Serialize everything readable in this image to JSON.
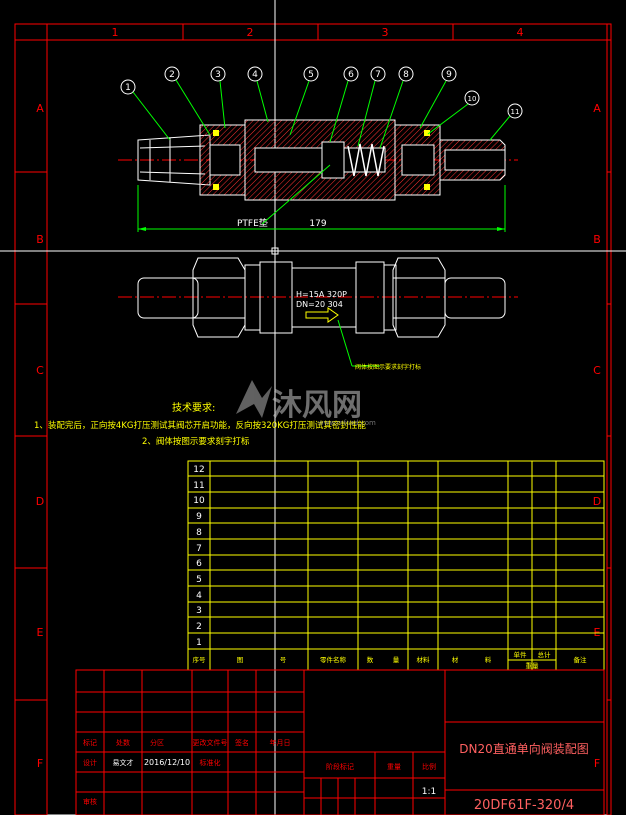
{
  "border": {
    "cols": [
      "1",
      "2",
      "3",
      "4"
    ],
    "rows": [
      "A",
      "B",
      "C",
      "D",
      "E",
      "F"
    ]
  },
  "balloons": [
    "1",
    "2",
    "3",
    "4",
    "5",
    "6",
    "7",
    "8",
    "9",
    "10",
    "11"
  ],
  "dims": {
    "ptfe_label": "PTFE垫",
    "length": "179"
  },
  "plan_view": {
    "marking_1": "H=15A 320P",
    "marking_2": "DN=20 304",
    "callout": "阀体按图示要求刻字打标"
  },
  "tech_req": {
    "title": "技术要求:",
    "items": [
      "1、装配完后，正向按4KG打压测试其阀芯开启功能，反向按320KG打压测试其密封性能",
      "2、阀体按图示要求刻字打标"
    ]
  },
  "watermark": {
    "brand": "沐风网",
    "url": "www.mfcad.com"
  },
  "parts_table": {
    "row_numbers": [
      "12",
      "11",
      "10",
      "9",
      "8",
      "7",
      "6",
      "5",
      "4",
      "3",
      "2",
      "1"
    ],
    "headers": [
      "序号",
      "图",
      "号",
      "零件名称",
      "数",
      "量",
      "材料",
      "材",
      "料",
      "单件",
      "总计",
      "备注"
    ],
    "weight_label": "重量"
  },
  "title_block": {
    "sign_labels": [
      "标记",
      "处数",
      "分区",
      "更改文件号",
      "签名",
      "年月日"
    ],
    "designer_label": "设计",
    "designer": "易文才",
    "date": "2016/12/10",
    "std_label": "标准化",
    "audit_label": "审核",
    "stage_label": "阶段标记",
    "weight_label": "重量",
    "scale_label": "比例",
    "scale": "1:1",
    "drawing_title": "DN20直通单向阀装配图",
    "drawing_number": "20DF61F-320/4"
  },
  "colors": {
    "frame": "#ff0000",
    "drawing": "#ffffff",
    "text_yellow": "#ffff00",
    "leader": "#00ff00",
    "hatch": "#ff3030",
    "centerline": "#ff0000"
  }
}
